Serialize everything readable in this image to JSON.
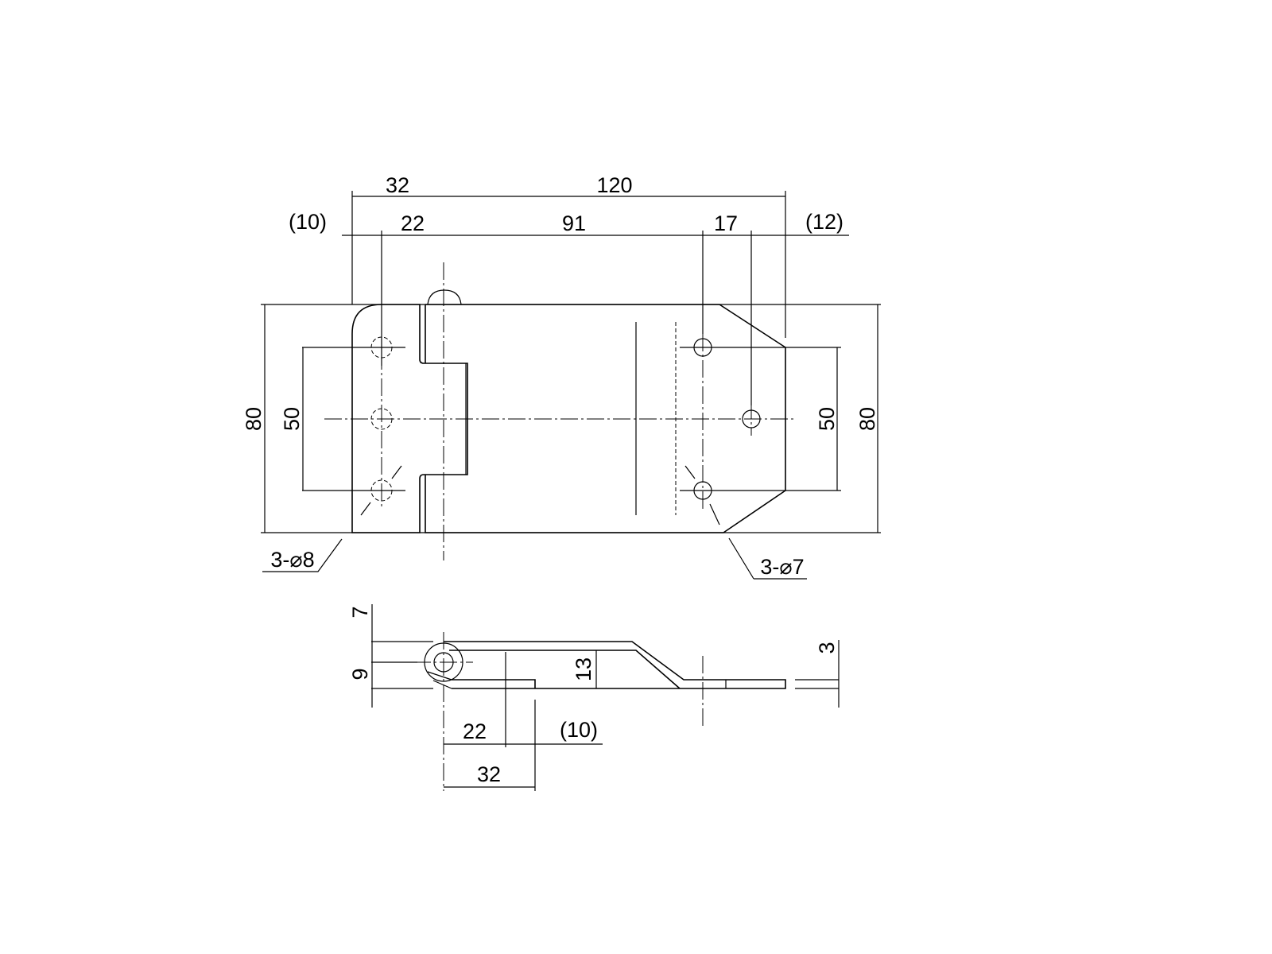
{
  "top_view": {
    "dims": {
      "overall_left": "32",
      "overall_right": "120",
      "left_offset": "(10)",
      "left_hole": "22",
      "right_main": "91",
      "right_hole": "17",
      "right_offset": "(12)",
      "height_left": "80",
      "pitch_left": "50",
      "pitch_right": "50",
      "height_right": "80"
    },
    "callouts": {
      "left_holes": "3-⌀8",
      "right_holes": "3-⌀7"
    }
  },
  "side_view": {
    "dims": {
      "top": "7",
      "bottom": "9",
      "offset": "13",
      "thickness": "3",
      "hole": "22",
      "tail": "(10)",
      "leaf": "32"
    }
  }
}
